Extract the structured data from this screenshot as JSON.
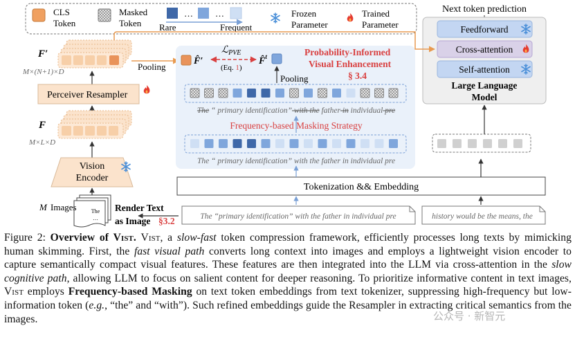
{
  "legend": {
    "cls_token": "CLS\nToken",
    "masked_token": "Masked\nToken",
    "rare": "Rare",
    "frequent": "Frequent",
    "frozen": "Frozen\nParameter",
    "trained": "Trained\nParameter"
  },
  "left": {
    "f_prime_dims": "M×(N+1)×D",
    "f_dims": "M×L×D",
    "perceiver": "Perceiver Resampler",
    "vision_encoder": "Vision\nEncoder",
    "images": "Images",
    "m": "M",
    "render_text": "Render Text",
    "as_image": "as Image",
    "sec_render": "§3.2",
    "page_line1": "The",
    "page_line2": "…"
  },
  "middle": {
    "pooling_left": "Pooling",
    "pooling_right": "Pooling",
    "lpve": "ℒ",
    "lpve_sub": "PVE",
    "eq": "(Eq. 1)",
    "prob_title1": "Probability-Informed",
    "prob_title2": "Visual Enhancement",
    "sec_prob": "§ 3.4",
    "masked_caption": "The “ primary identification” with the father in individual pre",
    "masking_strategy": "Frequency-based Masking Strategy",
    "full_caption": "The “ primary identification” with the father in individual pre",
    "tokenization": "Tokenization && Embedding",
    "input_text": "The “primary identification” with the father in individual pre",
    "history_text": "history would be the means, the"
  },
  "llm": {
    "next_token": "Next token prediction",
    "feedforward": "Feedforward",
    "cross_attention": "Cross-attention",
    "self_attention": "Self-attention",
    "title1": "Large Language",
    "title2": "Model"
  },
  "caption_parts": {
    "fig": "Figure 2:",
    "overview": "Overview of VIST.",
    "vist": "VIST",
    "p1": ", a ",
    "slow_fast": "slow-fast",
    "p2": " token compression framework, efficiently processes long texts by mimicking human skimming. First, the ",
    "fast_path": "fast visual path",
    "p3": " converts long context into images and employs a lightweight vision encoder to capture semantically compact visual features. These features are then integrated into the LLM via cross-attention in the ",
    "slow_path": "slow cognitive path",
    "p4": ", allowing LLM to focus on salient content for deeper reasoning. To prioritize informative content in text images, ",
    "vist2": "VIST",
    "p5": " employs ",
    "fbm": "Frequency-based Masking",
    "p6": " on text token embeddings from text tokenizer, suppressing high-frequency but low-information token (",
    "eg": "e.g.",
    "p7": ", “the” and “with”). Such refined embeddings guide the Resampler in extracting critical semantics from the images."
  },
  "watermark": "公众号 · 新智元",
  "colors": {
    "orange": "#f0a060",
    "orange_light": "#fbe3cc",
    "blue_dark": "#3f68a8",
    "blue_mid": "#7fa6dc",
    "blue_light": "#cfdff4",
    "blue_panel": "#eaf1fa",
    "red": "#d94040",
    "snowflake": "#4a8fd8"
  }
}
